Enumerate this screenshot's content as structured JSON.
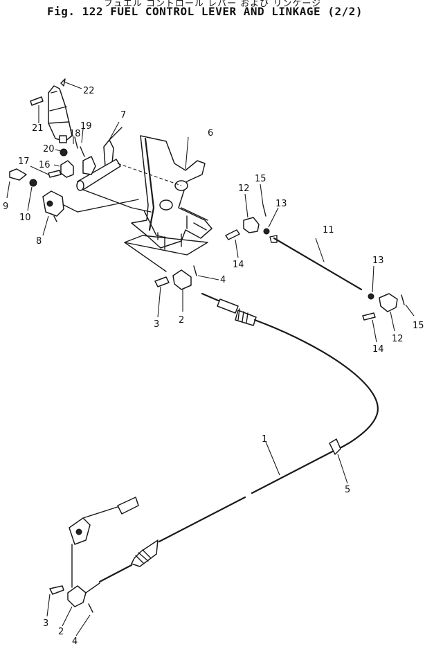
{
  "header": {
    "title_jp": "フュエル コントロール レバー および リンケージ",
    "title": "Fig. 122   FUEL CONTROL LEVER AND LINKAGE (2/2)"
  },
  "callouts": {
    "c1": "1",
    "c2a": "2",
    "c2b": "2",
    "c3a": "3",
    "c3b": "3",
    "c4a": "4",
    "c4b": "4",
    "c5": "5",
    "c6": "6",
    "c7": "7",
    "c8": "8",
    "c9": "9",
    "c10": "10",
    "c11": "11",
    "c12a": "12",
    "c12b": "12",
    "c13a": "13",
    "c13b": "13",
    "c14a": "14",
    "c14b": "14",
    "c15a": "15",
    "c15b": "15",
    "c16": "16",
    "c17": "17",
    "c18": "18",
    "c19": "19",
    "c20": "20",
    "c21": "21",
    "c22": "22"
  }
}
